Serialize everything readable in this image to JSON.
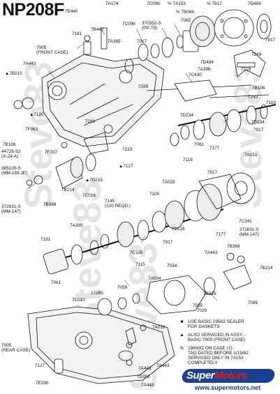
{
  "title": "NP208F",
  "background_watermark": "Steve83",
  "labels": [
    {
      "id": "7A174",
      "text": "7A174"
    },
    {
      "id": "7C096a",
      "text": "7C096"
    },
    {
      "id": "7A153",
      "text": "% 7A153"
    },
    {
      "id": "7917t",
      "text": "% 7917"
    },
    {
      "id": "7D484t",
      "text": "7D484"
    },
    {
      "id": "7E440",
      "text": "7E440"
    },
    {
      "id": "7B442",
      "text": "7B442"
    },
    {
      "id": "7C096b",
      "text": "7C096"
    },
    {
      "id": "370352",
      "text": "370352-S\n(PP-79)"
    },
    {
      "id": "7065",
      "text": "7065"
    },
    {
      "id": "7B066",
      "text": "% 7B066"
    },
    {
      "id": "7181",
      "text": "7181"
    },
    {
      "id": "7005f",
      "text": "7005\n(FRONT CASE)"
    },
    {
      "id": "7A385a",
      "text": "7A385"
    },
    {
      "id": "7017",
      "text": "7017"
    },
    {
      "id": "7917r",
      "text": "7917"
    },
    {
      "id": "7A443a",
      "text": "7A443"
    },
    {
      "id": "7D484m",
      "text": "7D484"
    },
    {
      "id": "7289a",
      "text": "7289"
    },
    {
      "id": "7A398",
      "text": "7A398"
    },
    {
      "id": "7219",
      "text": "7219"
    },
    {
      "id": "7B215a",
      "text": "▲7B215"
    },
    {
      "id": "7C430",
      "text": "7C430"
    },
    {
      "id": "7B106a",
      "text": "7B106"
    },
    {
      "id": "7289b",
      "text": "7289"
    },
    {
      "id": "7120",
      "text": "▲7120"
    },
    {
      "id": "7240",
      "text": "7240"
    },
    {
      "id": "7119a",
      "text": "7119"
    },
    {
      "id": "7D234a",
      "text": "7D234"
    },
    {
      "id": "7917b",
      "text": "7917"
    },
    {
      "id": "7D234b",
      "text": "7D234"
    },
    {
      "id": "7288",
      "text": "7288"
    },
    {
      "id": "7F063",
      "text": "7F063"
    },
    {
      "id": "7B106b",
      "text": "7B106"
    },
    {
      "id": "44726",
      "text": "44726-S2\n(X-24-A)"
    },
    {
      "id": "7F337",
      "text": "7F337"
    },
    {
      "id": "7061a",
      "text": "7061"
    },
    {
      "id": "7177a",
      "text": "7177"
    },
    {
      "id": "7233",
      "text": "7233"
    },
    {
      "id": "7119b",
      "text": "7119"
    },
    {
      "id": "7127a",
      "text": "▲7127"
    },
    {
      "id": "7A151",
      "text": "7A151"
    },
    {
      "id": "7B215b",
      "text": "▲7B215"
    },
    {
      "id": "385130",
      "text": "385130-S\n(MM-169-JE)"
    },
    {
      "id": "7B214a",
      "text": "7B214"
    },
    {
      "id": "7C016",
      "text": "7C016"
    },
    {
      "id": "7917c",
      "text": "7917"
    },
    {
      "id": "7A029",
      "text": "7A029"
    },
    {
      "id": "7100",
      "text": "7100"
    },
    {
      "id": "372631a",
      "text": "372631-S\n(MM-147)"
    },
    {
      "id": "7B368a",
      "text": "7B368"
    },
    {
      "id": "7145",
      "text": "7145\n(120 REQD.)"
    },
    {
      "id": "7A385b",
      "text": "7A385"
    },
    {
      "id": "7D126",
      "text": "7D126"
    },
    {
      "id": "7C341",
      "text": "7C341"
    },
    {
      "id": "7917d",
      "text": "7917"
    },
    {
      "id": "7177b",
      "text": "7177"
    },
    {
      "id": "372631b",
      "text": "372631-S\n(MM-147)"
    },
    {
      "id": "7191",
      "text": "7191"
    },
    {
      "id": "7C115",
      "text": "7C115"
    },
    {
      "id": "7B368b",
      "text": "7B368"
    },
    {
      "id": "7115",
      "text": "7115"
    },
    {
      "id": "7A443b",
      "text": "7A443"
    },
    {
      "id": "7034",
      "text": "7034"
    },
    {
      "id": "7B214b",
      "text": "7B214"
    },
    {
      "id": "7061b",
      "text": "7061"
    },
    {
      "id": "7A034",
      "text": "7A034"
    },
    {
      "id": "7059",
      "text": "7059"
    },
    {
      "id": "17285",
      "text": "17285"
    },
    {
      "id": "7C010",
      "text": "7C010"
    },
    {
      "id": "7B215c",
      "text": "7B215"
    },
    {
      "id": "7025",
      "text": "7025"
    },
    {
      "id": "7085",
      "text": "7085"
    },
    {
      "id": "7029",
      "text": "7029"
    },
    {
      "id": "7A010",
      "text": "7A010"
    },
    {
      "id": "7005r",
      "text": "7005\n(REAR CASE)"
    },
    {
      "id": "7127b",
      "text": "7127"
    },
    {
      "id": "7A443c",
      "text": "7A443"
    },
    {
      "id": "7A443d",
      "text": "7A443"
    },
    {
      "id": "7D362",
      "text": "7D362"
    },
    {
      "id": "7E290",
      "text": "7E290"
    },
    {
      "id": "7A443e",
      "text": "7A443"
    }
  ],
  "legend": {
    "items": [
      {
        "symbol": "■",
        "text": "USE BASIC 19562 SEALER\nFOR GASKETS"
      },
      {
        "symbol": "▲",
        "text": "ALSO SERVICED IN ASSY. -\nBASIC 7005 (FRONT CASE)"
      },
      {
        "symbol": "%",
        "text": "1980/82 ON CASE I.D.\nTAG DATED BEFORE 1/19/82\nSERVICED ONLY IN 7A153\nCOMPLETELY"
      }
    ]
  },
  "logo": {
    "brand_left": "Super",
    "brand_right": "Motors",
    "url": "www.supermotors.net"
  }
}
